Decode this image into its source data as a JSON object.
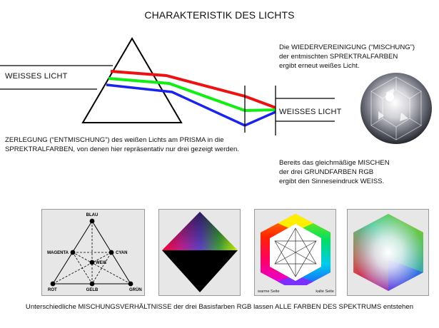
{
  "title": "CHARAKTERISTIK DES LICHTS",
  "labels": {
    "white_light_in": "WEISSES LICHT",
    "white_light_out": "WEISSES LICHT"
  },
  "texts": {
    "reunion": "Die WIEDERVEREINIGUNG (“MISCHUNG”)\nder entmischten SPREKTRALFARBEN\nergibt erneut weißes Licht.",
    "decomposition": "ZERLEGUNG (“ENTMISCHUNG”) des weißen Lichts am PRISMA in die\nSPREKTRALFARBEN, von denen hier repräsentativ nur drei gezeigt werden.",
    "mixing": "Bereits das gleichmäßige MISCHEN\nder drei GRUNDFARBEN RGB\nergibt den Sinneseindruck WEISS.",
    "caption": "Unterschiedliche MISCHUNGSVERHÄLTNISSE der drei Basisfarben RGB  lassen ALLE FARBEN DES SPEKTRUMS entstehen"
  },
  "beams": [
    {
      "name": "red",
      "color": "#ee1111"
    },
    {
      "name": "green",
      "color": "#11ee11"
    },
    {
      "name": "blue",
      "color": "#1a22ee"
    }
  ],
  "triangle_labels": {
    "blau": "BLAU",
    "magenta": "MAGENTA",
    "cyan": "CYAN",
    "weiss": "WEIß",
    "rot": "ROT",
    "gelb": "GELB",
    "gruen": "GRÜN"
  },
  "hexagon_labels": {
    "warm": "warme Seite",
    "cold": "kalte Seite"
  },
  "colors": {
    "panel_bg": "#e7e7e7",
    "panel_border": "#9a9a9a"
  }
}
